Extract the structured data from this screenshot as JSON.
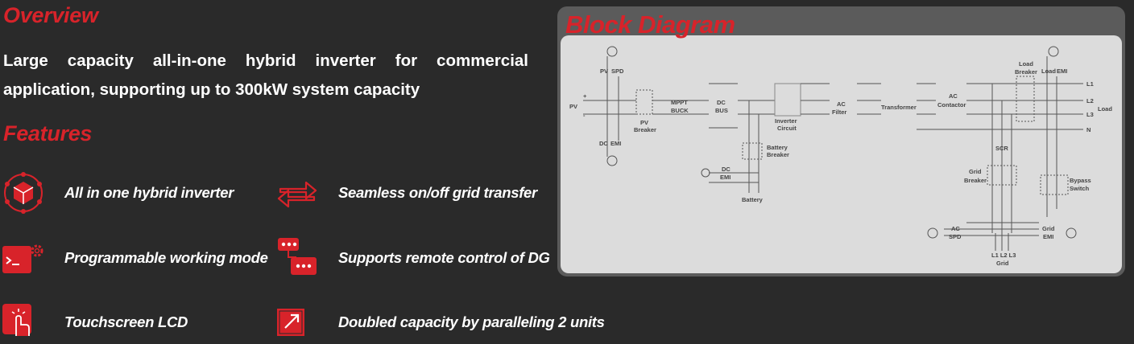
{
  "overview": {
    "heading": "Overview",
    "text": "Large capacity all-in-one hybrid inverter for commercial application, supporting up to 300kW system capacity"
  },
  "features": {
    "heading": "Features",
    "items": [
      {
        "label": "All in one hybrid inverter",
        "icon": "cube-network-icon"
      },
      {
        "label": "Seamless on/off grid transfer",
        "icon": "transfer-arrows-icon"
      },
      {
        "label": "Programmable working mode",
        "icon": "terminal-gear-icon"
      },
      {
        "label": "Supports remote control of DG",
        "icon": "remote-control-icon"
      },
      {
        "label": "Touchscreen LCD",
        "icon": "touch-icon"
      },
      {
        "label": "Doubled capacity by paralleling 2 units",
        "icon": "expand-icon"
      }
    ]
  },
  "block_diagram": {
    "title": "Block Diagram",
    "labels": {
      "pv": "PV",
      "plus": "+",
      "minus": "-",
      "pv_spd_a": "PV",
      "pv_spd_b": "SPD",
      "dc_emi_a": "DC",
      "dc_emi_b": "EMI",
      "pv_breaker_a": "PV",
      "pv_breaker_b": "Breaker",
      "mppt_a": "MPPT",
      "mppt_b": "BUCK",
      "dc_bus_a": "DC",
      "dc_bus_b": "BUS",
      "inverter_a": "Inverter",
      "inverter_b": "Circuit",
      "ac_filter_a": "AC",
      "ac_filter_b": "Filter",
      "transformer": "Transformer",
      "ac_contactor_a": "AC",
      "ac_contactor_b": "Contactor",
      "load_breaker_a": "Load",
      "load_breaker_b": "Breaker",
      "load_emi_a": "Load",
      "load_emi_b": "EMI",
      "l1": "L1",
      "l2": "L2",
      "l3": "L3",
      "n": "N",
      "load": "Load",
      "battery_breaker_a": "Battery",
      "battery_breaker_b": "Breaker",
      "dc_emi2_a": "DC",
      "dc_emi2_b": "EMI",
      "battery": "Battery",
      "scr": "SCR",
      "grid_breaker_a": "Grid",
      "grid_breaker_b": "Breaker",
      "bypass_a": "Bypass",
      "bypass_b": "Switch",
      "ac_spd_a": "AC",
      "ac_spd_b": "SPD",
      "grid_emi_a": "Grid",
      "grid_emi_b": "EMI",
      "grid_l": "L1 L2 L3",
      "grid": "Grid"
    }
  },
  "colors": {
    "accent": "#d8232a",
    "background": "#2a2a2a",
    "panel": "#dcdcdc",
    "panel_border": "#5b5b5b"
  }
}
